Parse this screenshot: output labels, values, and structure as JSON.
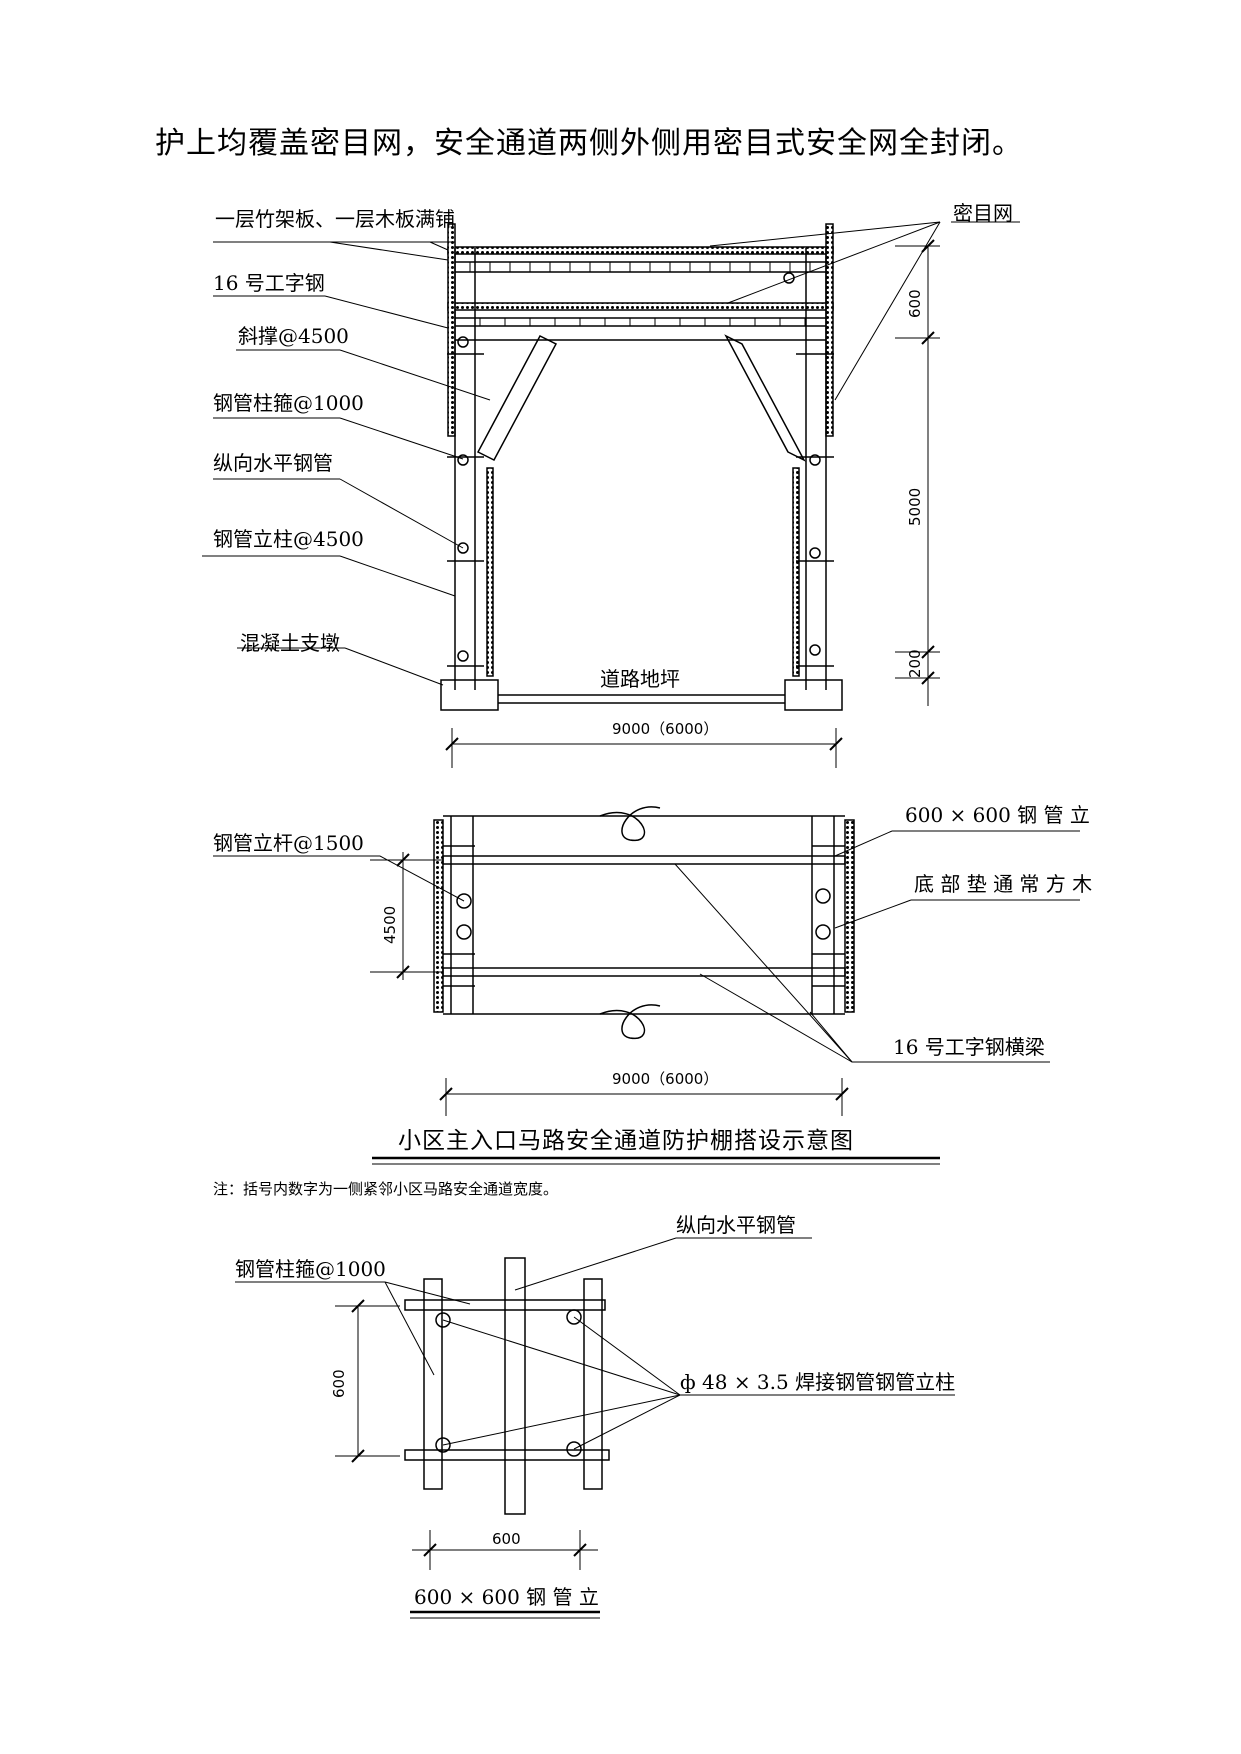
{
  "intro_text": "护上均覆盖密目网，安全通道两侧外侧用密目式安全网全封闭。",
  "elevation": {
    "labels": {
      "deck": "一层竹架板、一层木板满铺",
      "i_beam": "16 号工字钢",
      "brace": "斜撑@4500",
      "hoop": "钢管柱箍@1000",
      "long_pipe": "纵向水平钢管",
      "column": "钢管立柱@4500",
      "pier": "混凝土支墩",
      "road": "道路地坪",
      "net": "密目网"
    },
    "dims": {
      "span": "9000（6000）",
      "h600": "600",
      "h5000": "5000",
      "h200": "200"
    }
  },
  "plan": {
    "labels": {
      "pole": "钢管立杆@1500",
      "col600": "600 × 600  钢 管 立",
      "timber": "底 部 垫 通 常 方 木",
      "beam": "16 号工字钢横梁"
    },
    "dims": {
      "h4500": "4500",
      "span": "9000（6000）"
    }
  },
  "title": "小区主入口马路安全通道防护棚搭设示意图",
  "note": "注：括号内数字为一侧紧邻小区马路安全通道宽度。",
  "detail": {
    "labels": {
      "long_pipe": "纵向水平钢管",
      "hoop": "钢管柱箍@1000",
      "pipe": "ф 48 × 3.5 焊接钢管钢管立柱"
    },
    "dims": {
      "v600": "600",
      "h600": "600"
    },
    "title": "600 × 600  钢 管 立"
  }
}
